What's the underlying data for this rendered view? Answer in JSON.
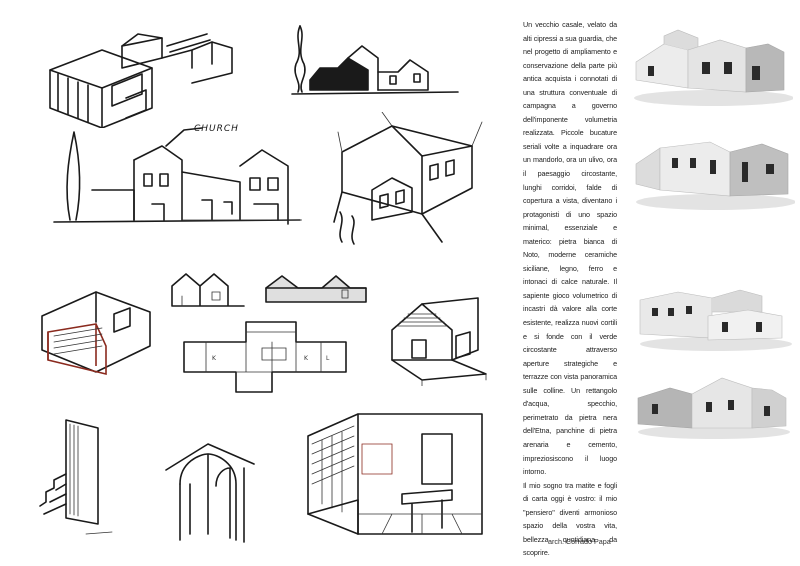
{
  "text": {
    "paragraph_1": "Un vecchio casale, velato da alti cipressi a sua guardia, che nel progetto di ampliamento e conservazione della parte più antica acquista i connotati di una struttura conventuale di campagna a governo dell'imponente volumetria realizzata. Piccole bucature seriali volte a inquadrare ora un mandorlo, ora un ulivo, ora il paesaggio circostante, lunghi corridoi, falde di copertura a vista, diventano i protagonisti di uno spazio minimal, essenziale e materico: pietra bianca di Noto, moderne ceramiche siciliane, legno, ferro e intonaci di calce naturale. Il sapiente gioco volumetrico di incastri dà valore alla corte esistente, realizza nuovi cortili e si fonde con il verde circostante attraverso aperture strategiche e terrazze con vista panoramica sulle colline. Un rettangolo d'acqua, specchio, perimetrato da pietra nera dell'Etna, panchine di pietra arenaria e cemento, impreziosiscono il luogo intorno.",
    "paragraph_2": "Il mio sogno tra matite e fogli di carta oggi è vostro: il mio \"pensiero\" diventi armonioso spazio della vostra vita, bellezza quotidiana da scoprire.",
    "signature": "arch. Corrado Papa"
  },
  "sketch_labels": {
    "annotation": "CHURCH"
  },
  "colors": {
    "ink": "#1a1a1a",
    "render_wall": "#e6e6e6",
    "render_shadow": "#b5b5b5",
    "accent": "#8a2a1e"
  }
}
